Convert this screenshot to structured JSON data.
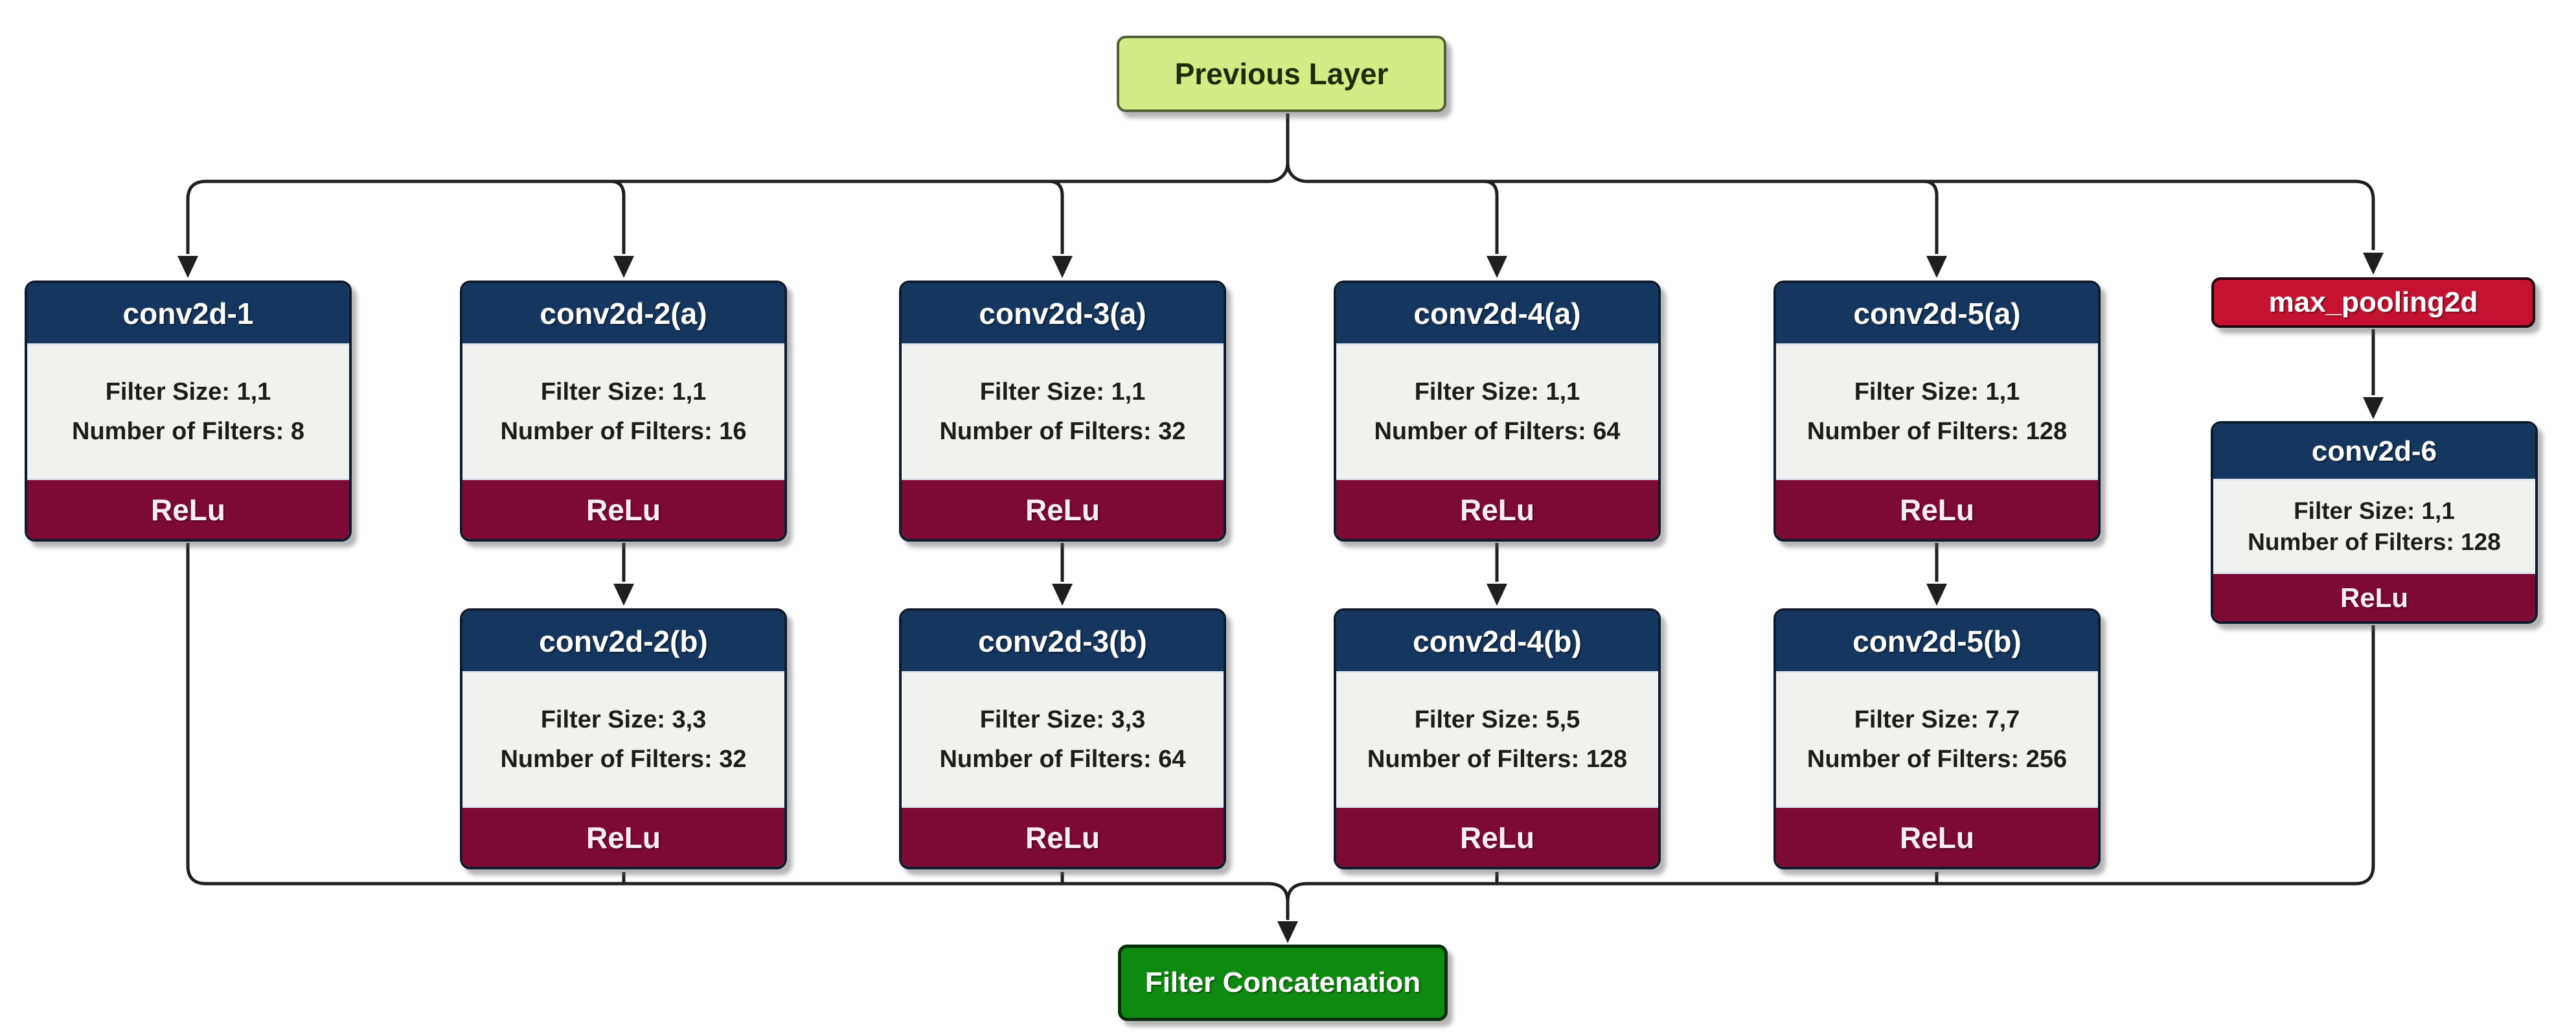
{
  "colors": {
    "header_navy": "#15375f",
    "body_gray": "#f1f1ef",
    "activation_maroon": "#7c0a33",
    "maxpool_red": "#c41230",
    "previous_layer_green": "#d3ec85",
    "concat_green": "#0f8a10",
    "wire_black": "#1f1f1f"
  },
  "previous_layer": {
    "label": "Previous Layer"
  },
  "max_pooling": {
    "label": "max_pooling2d"
  },
  "filter_concatenation": {
    "label": "Filter Concatenation"
  },
  "nodes": [
    {
      "title": "conv2d-1",
      "filter_size_label": "Filter Size:",
      "filter_size": "1,1",
      "filters_label": "Number of Filters:",
      "filters": "8",
      "activation": "ReLu"
    },
    {
      "title": "conv2d-2(a)",
      "filter_size_label": "Filter Size:",
      "filter_size": "1,1",
      "filters_label": "Number of Filters:",
      "filters": "16",
      "activation": "ReLu"
    },
    {
      "title": "conv2d-3(a)",
      "filter_size_label": "Filter Size:",
      "filter_size": "1,1",
      "filters_label": "Number of Filters:",
      "filters": "32",
      "activation": "ReLu"
    },
    {
      "title": "conv2d-4(a)",
      "filter_size_label": "Filter Size:",
      "filter_size": "1,1",
      "filters_label": "Number of Filters:",
      "filters": "64",
      "activation": "ReLu"
    },
    {
      "title": "conv2d-5(a)",
      "filter_size_label": "Filter Size:",
      "filter_size": "1,1",
      "filters_label": "Number of Filters:",
      "filters": "128",
      "activation": "ReLu"
    },
    {
      "title": "conv2d-2(b)",
      "filter_size_label": "Filter Size:",
      "filter_size": "3,3",
      "filters_label": "Number of Filters:",
      "filters": "32",
      "activation": "ReLu"
    },
    {
      "title": "conv2d-3(b)",
      "filter_size_label": "Filter Size:",
      "filter_size": "3,3",
      "filters_label": "Number of Filters:",
      "filters": "64",
      "activation": "ReLu"
    },
    {
      "title": "conv2d-4(b)",
      "filter_size_label": "Filter Size:",
      "filter_size": "5,5",
      "filters_label": "Number of Filters:",
      "filters": "128",
      "activation": "ReLu"
    },
    {
      "title": "conv2d-5(b)",
      "filter_size_label": "Filter Size:",
      "filter_size": "7,7",
      "filters_label": "Number of Filters:",
      "filters": "256",
      "activation": "ReLu"
    },
    {
      "title": "conv2d-6",
      "filter_size_label": "Filter Size:",
      "filter_size": "1,1",
      "filters_label": "Number of Filters:",
      "filters": "128",
      "activation": "ReLu"
    }
  ]
}
